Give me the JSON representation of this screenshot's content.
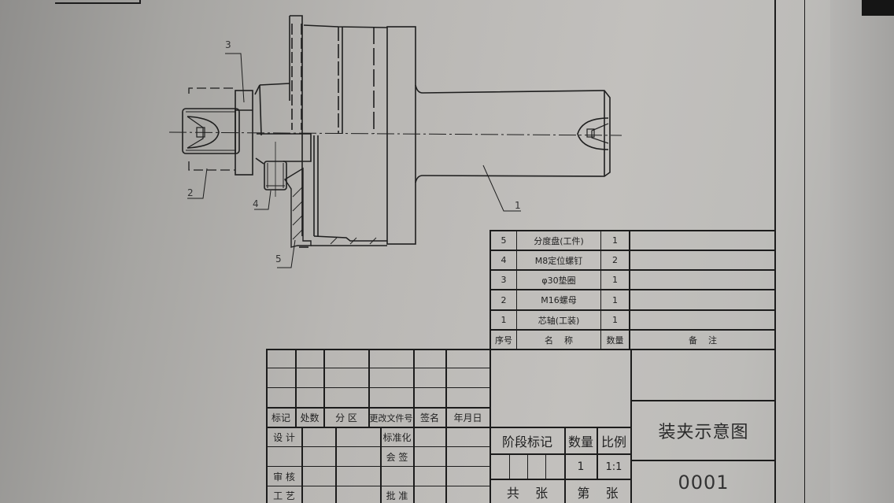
{
  "drawing": {
    "title": "装夹示意图",
    "drawing_number": "0001",
    "callouts": [
      "1",
      "2",
      "3",
      "4",
      "5"
    ]
  },
  "bom": {
    "headers": {
      "no": "序号",
      "name": "名    称",
      "qty": "数量",
      "remark": "备    注"
    },
    "rows": [
      {
        "no": "5",
        "name": "分度盘(工件)",
        "qty": "1",
        "remark": ""
      },
      {
        "no": "4",
        "name": "M8定位螺钉",
        "qty": "2",
        "remark": ""
      },
      {
        "no": "3",
        "name": "φ30垫圈",
        "qty": "1",
        "remark": ""
      },
      {
        "no": "2",
        "name": "M16螺母",
        "qty": "1",
        "remark": ""
      },
      {
        "no": "1",
        "name": "芯轴(工装)",
        "qty": "1",
        "remark": ""
      }
    ]
  },
  "revision_block": {
    "headers": [
      "标记",
      "处数",
      "分 区",
      "更改文件号",
      "签名",
      "年月日"
    ]
  },
  "approval_block": {
    "design": "设 计",
    "review": "审 核",
    "process": "工 艺",
    "standardization": "标准化",
    "countersign": "会 签",
    "approve": "批 准"
  },
  "stage_block": {
    "stage_mark": "阶段标记",
    "quantity_label": "数量",
    "scale_label": "比例",
    "quantity_value": "1",
    "scale_value": "1:1",
    "total_sheets": "共    张",
    "sheet_no": "第    张"
  }
}
